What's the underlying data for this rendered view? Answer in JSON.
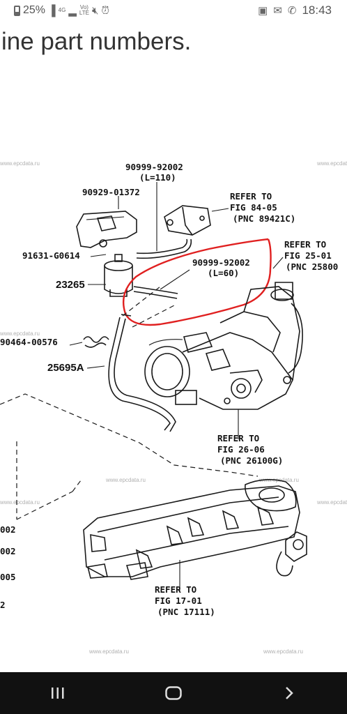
{
  "status_bar": {
    "battery_percent": "25%",
    "network_badge": "4G",
    "volte_badge_line1": "Vo)",
    "volte_badge_line2": "LTE",
    "time": "18:43"
  },
  "page": {
    "heading": "ine part numbers."
  },
  "diagram": {
    "watermark": "www.epcdata.ru",
    "labels": {
      "hose_110_part": "90999-92002",
      "hose_110_length": "(L=110)",
      "bracket_part": "90929-01372",
      "bolt_part": "91631-G0614",
      "valve_part": "23265",
      "clip_part": "90464-00576",
      "hose_assy_part": "25695A",
      "hose_60_part": "90999-92002",
      "hose_60_length": "(L=60)",
      "ref_84_refer": "REFER TO",
      "ref_84_fig": "FIG 84-05",
      "ref_84_pnc": "(PNC 89421C)",
      "ref_25_refer": "REFER TO",
      "ref_25_fig": "FIG 25-01",
      "ref_25_pnc": "(PNC 25800",
      "ref_26_refer": "REFER TO",
      "ref_26_fig": "FIG 26-06",
      "ref_26_pnc": "(PNC 26100G)",
      "ref_17_refer": "REFER TO",
      "ref_17_fig": "FIG 17-01",
      "ref_17_pnc": "(PNC 17111)",
      "left_cut_1": "002",
      "left_cut_2": "002",
      "left_cut_3": "005",
      "left_cut_4": "2"
    },
    "highlight_color": "#e02020"
  },
  "nav_bar": {
    "recents": "recents-icon",
    "home": "home-icon",
    "back": "back-icon"
  }
}
